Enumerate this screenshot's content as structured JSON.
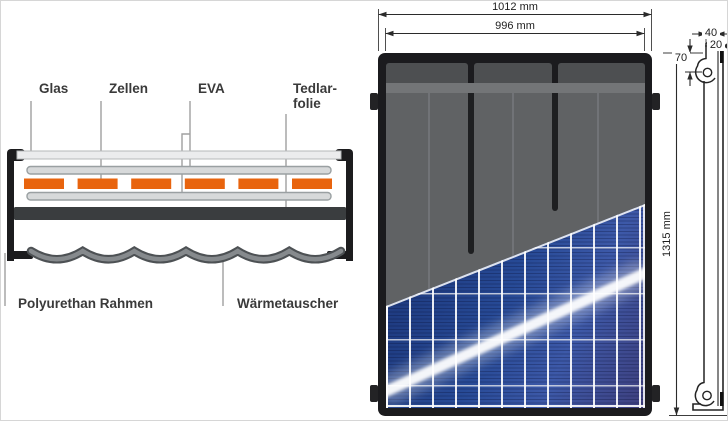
{
  "left_diagram": {
    "labels": {
      "glas": "Glas",
      "zellen": "Zellen",
      "eva": "EVA",
      "tedlar_line1": "Tedlar-",
      "tedlar_line2": "folie",
      "polyurethan": "Polyurethan Rahmen",
      "waermetauscher": "Wärmetauscher"
    },
    "cell_count": 6,
    "colors": {
      "cell_orange": "#e8640e",
      "eva_gray": "#d7d9da",
      "glass_gray": "#ebeced",
      "backsheet_dark": "#3a3d3f",
      "frame_black": "#1c1c1e",
      "heat_exchanger_gray": "#868a8d"
    }
  },
  "right_diagram": {
    "dimensions": {
      "outer_width": "1012 mm",
      "glass_width": "996 mm",
      "height": "1315 mm",
      "depth_total": "40",
      "depth_inner": "20",
      "pipe_offset": "70"
    },
    "colors": {
      "panel_gray": "#606264",
      "band_gray": "#737577",
      "frame_black": "#1b1b1e",
      "photo_blue": "#24407f"
    }
  }
}
